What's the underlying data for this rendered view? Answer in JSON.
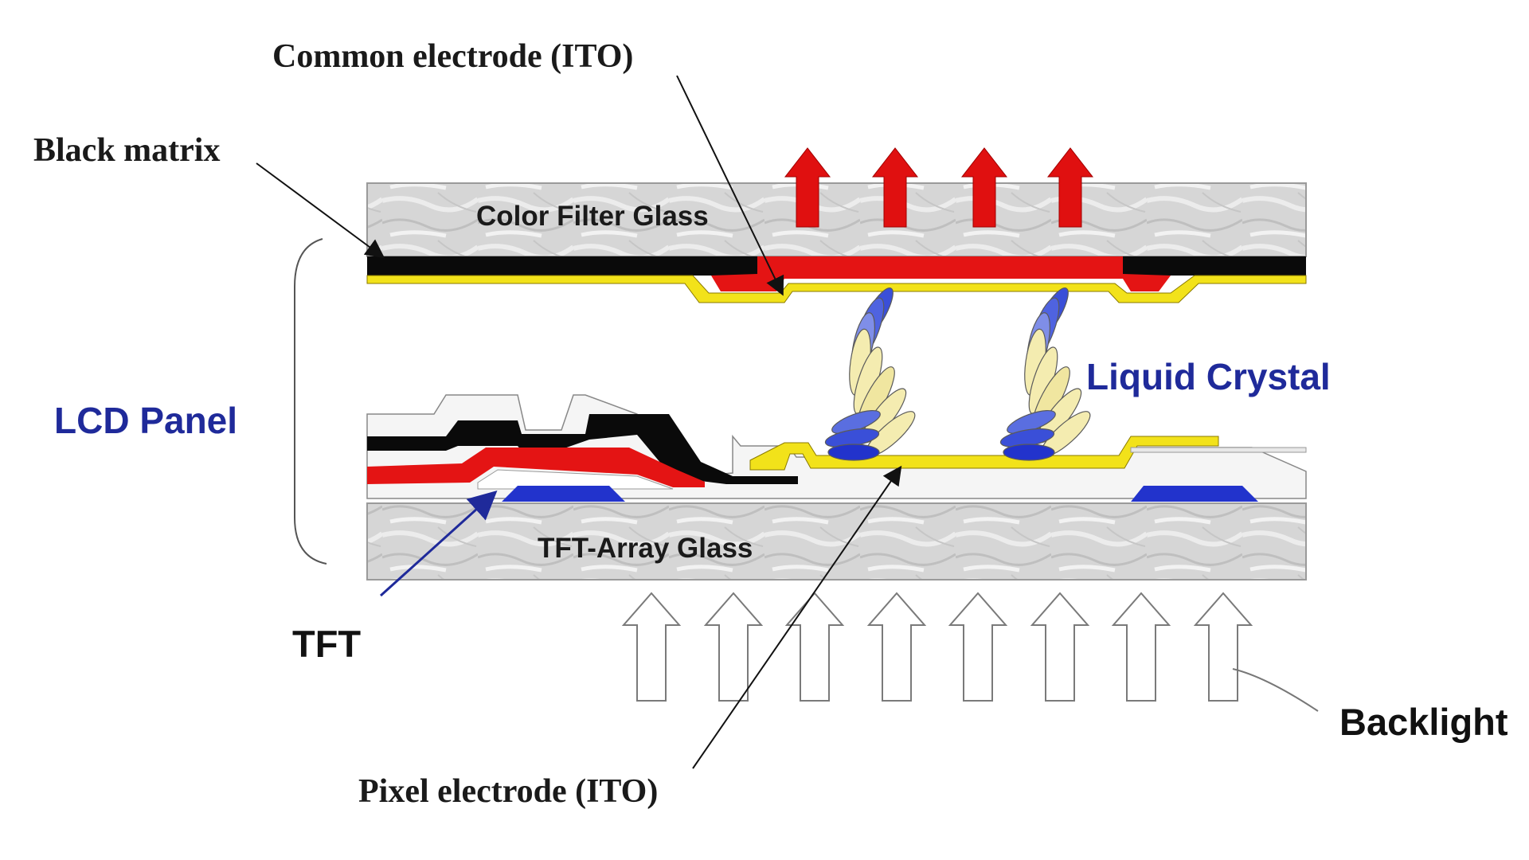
{
  "labels": {
    "common_electrode": "Common electrode (ITO)",
    "black_matrix": "Black matrix",
    "color_filter_glass": "Color Filter Glass",
    "lcd_panel": "LCD Panel",
    "liquid_crystal": "Liquid Crystal",
    "tft_array_glass": "TFT-Array Glass",
    "tft": "TFT",
    "backlight": "Backlight",
    "pixel_electrode": "Pixel electrode (ITO)"
  },
  "colors": {
    "red_light_arrow": "#e01010",
    "black_matrix": "#0a0a0a",
    "color_filter": "#e41414",
    "ito": "#f2e21a",
    "tft_gate": "#2233cc",
    "label_blue": "#1f2a9a",
    "glass": "#d9d9d9"
  }
}
